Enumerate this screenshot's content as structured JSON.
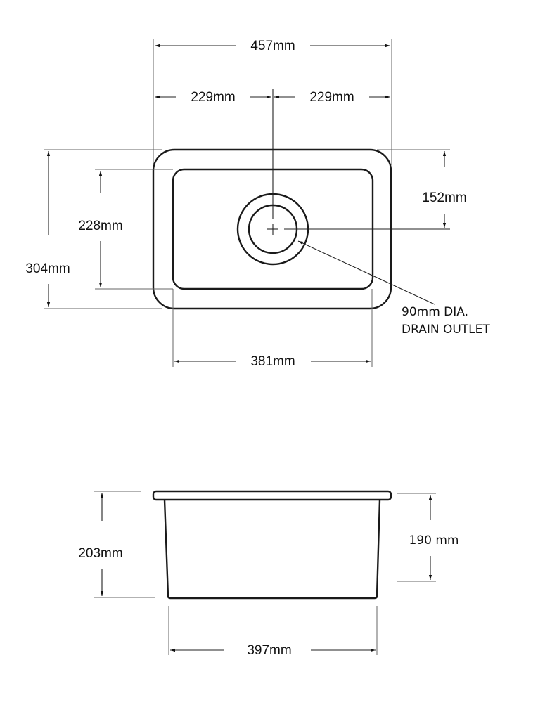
{
  "plan_view": {
    "overall_width": "457mm",
    "half_width_left": "229mm",
    "half_width_right": "229mm",
    "overall_depth": "304mm",
    "bowl_depth": "228mm",
    "bowl_width": "381mm",
    "drain_offset": "152mm",
    "drain_note_line1": "90mm DIA.",
    "drain_note_line2": "DRAIN OUTLET"
  },
  "side_view": {
    "overall_height": "203mm",
    "bowl_height": "190 mm",
    "base_width": "397mm"
  },
  "colors": {
    "line": "#1a1a1a",
    "background": "#ffffff"
  }
}
